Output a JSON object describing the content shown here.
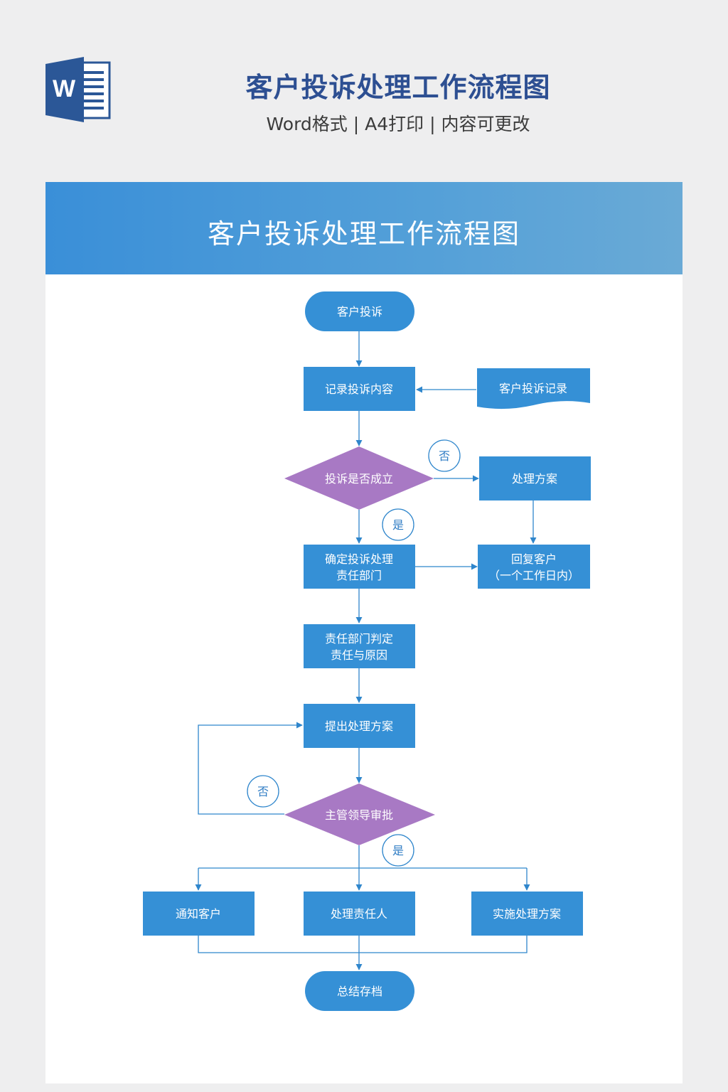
{
  "header": {
    "logo_letter": "W",
    "title": "客户投诉处理工作流程图",
    "subtitle": "Word格式 | A4打印 | 内容可更改"
  },
  "banner": {
    "title": "客户投诉处理工作流程图"
  },
  "flow": {
    "start": "客户投诉",
    "record": "记录投诉内容",
    "doc": "客户投诉记录",
    "decision1": "投诉是否成立",
    "plan": "处理方案",
    "dept": [
      "确定投诉处理",
      "责任部门"
    ],
    "reply": [
      "回复客户",
      "（一个工作日内）"
    ],
    "judge": [
      "责任部门判定",
      "责任与原因"
    ],
    "propose": "提出处理方案",
    "decision2": "主管领导审批",
    "notify": "通知客户",
    "handle_person": "处理责任人",
    "implement": "实施处理方案",
    "end": "总结存档",
    "label_no": "否",
    "label_yes": "是"
  },
  "colors": {
    "accent": "#3590d6",
    "decision": "#a879c4",
    "title": "#2d4f92"
  }
}
